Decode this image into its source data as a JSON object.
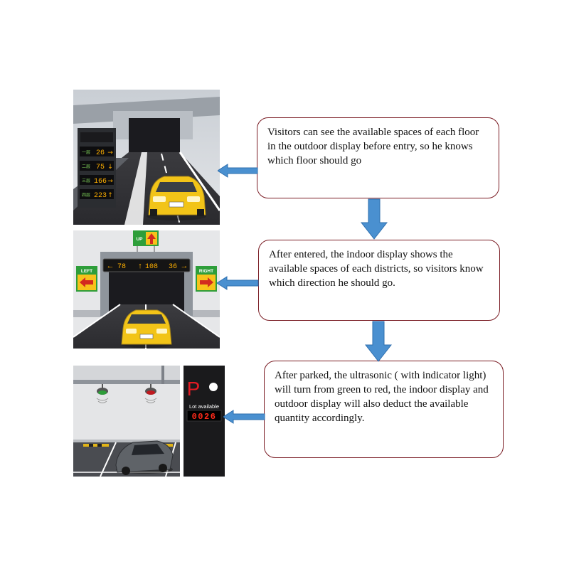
{
  "steps": [
    {
      "text": "Visitors can see the available spaces of each floor in the outdoor display before entry, so he knows which floor should go",
      "outdoor_sign": {
        "rows": [
          {
            "floor_label": "一层",
            "count": "26"
          },
          {
            "floor_label": "二层",
            "count": "75"
          },
          {
            "floor_label": "三层",
            "count": "166"
          },
          {
            "floor_label": "四层",
            "count": "223"
          }
        ]
      }
    },
    {
      "text": "After entered, the indoor display shows the available spaces of each districts,  so visitors know which direction he should go.",
      "indoor_display": {
        "up_label": "UP",
        "left_label": "LEFT",
        "right_label": "RIGHT",
        "counts": [
          "78",
          "108",
          "36"
        ]
      }
    },
    {
      "text": "After parked, the ultrasonic ( with indicator light) will turn from green to red, the indoor display and outdoor display will also deduct the available quantity accordingly.",
      "lot_sign": {
        "letter": "P",
        "label": "Lot available",
        "counter": "0026"
      }
    }
  ],
  "colors": {
    "box_border": "#7a1c24",
    "arrow_fill": "#4a90d0",
    "arrow_stroke": "#2f6fae",
    "led_amber": "#ffb000",
    "led_red": "#ff2a1a",
    "car_yellow": "#f2c418",
    "ind_green": "#2e9e3a",
    "ind_red": "#c0191f"
  }
}
